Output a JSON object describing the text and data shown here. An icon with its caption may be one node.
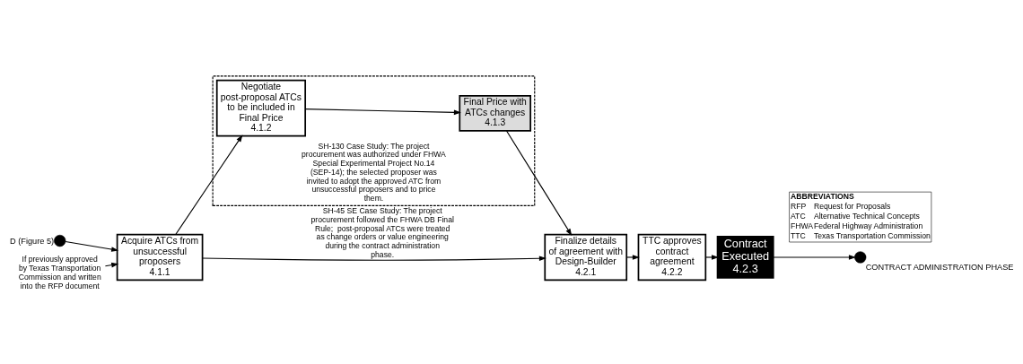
{
  "diagram": {
    "nodes": [
      {
        "text": [],
        "shape": "circle",
        "beside": [
          "D (Figure 5)"
        ]
      },
      {
        "text": [
          "Acquire ATCs from unsuccessful proposers",
          "4.1.1"
        ]
      },
      {
        "text": [
          "SH-130 Case Study: The project procurement was authorized under FHWA Special Experimental Project No.14 (SEP-14); the selected proposer was invited to adopt the approved ATC from unsuccessful proposers and to price them."
        ]
      },
      {
        "text": [
          "Negotiate post-proposal ATCs to be included in Final Price",
          "4.1.2"
        ],
        "in": 2
      },
      {
        "text": [
          "Final Price with ATCs changes",
          "4.1.3"
        ],
        "in": 2
      },
      {
        "text": [
          "Finalize details of agreement with Design-Builder",
          "4.2.1"
        ]
      },
      {
        "text": [
          "TTC approves contract agreement",
          "4.2.2"
        ]
      },
      {
        "text": [
          "Contract Executed",
          "4.2.3"
        ]
      },
      {
        "text": [],
        "shape": "circle",
        "beside": [
          "CONTRACT ADMINISTRATION PHASE"
        ]
      },
      {
        "text": [
          "If previously approved by Texas Transportation Commission and written into the RFP document"
        ]
      }
    ],
    "edges": [
      {
        "from": 0,
        "to": 1,
        "arrow": "to"
      },
      {
        "from": 1,
        "to": 5,
        "arrow": "to",
        "label": "SH-45 SE Case Study: The project procurement followed the FHWA DB Final Rule;  post-proposal ATCs were treated as change orders or value engineering during the contract administration phase."
      },
      {
        "from": 1,
        "to": 3,
        "arrow": "to"
      },
      {
        "from": 3,
        "to": 4,
        "arrow": "to"
      },
      {
        "from": 4,
        "to": 5,
        "arrow": "to"
      },
      {
        "from": 5,
        "to": 6,
        "arrow": "to"
      },
      {
        "from": 6,
        "to": 7,
        "arrow": "to"
      },
      {
        "from": 7,
        "to": 8,
        "arrow": "to"
      },
      {
        "from": 9,
        "to": 1,
        "arrow": "to"
      }
    ],
    "labels": [
      "ABBREVIATIONS",
      "RFP",
      "Request for Proposals",
      "ATC",
      "Alternative Technical Concepts",
      "FHWA",
      "Federal Highway Administration",
      "TTC",
      "Texas Transportation Commission"
    ]
  }
}
